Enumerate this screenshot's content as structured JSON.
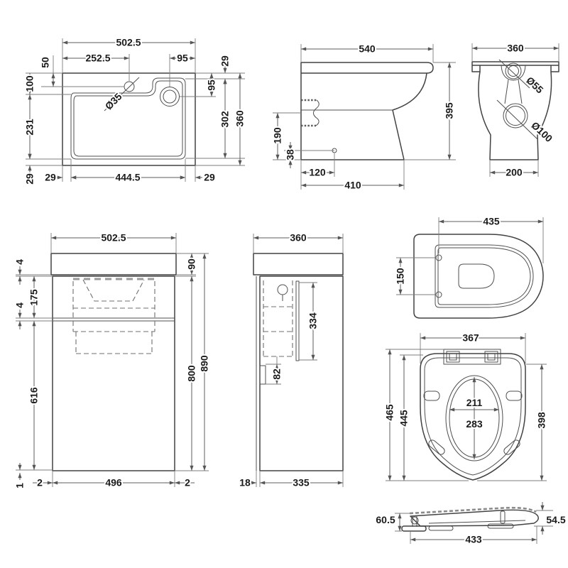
{
  "sheet": {
    "background": "#ffffff",
    "line_color": "#4d4d4d",
    "text_color": "#1a1a1a"
  },
  "views": {
    "basin_plan": {
      "dims": {
        "overall_width": "502.5",
        "tap_from_left": "252.5",
        "waste_from_right": "95",
        "rim_top": "29",
        "tap_setback": "50",
        "deck_depth": "100",
        "waste_setback": "95",
        "bowl_depth": "231",
        "inner_depth": "302",
        "overall_depth": "360",
        "tap_hole_dia": "Ø35",
        "rim_bottom": "29",
        "rim_left": "29",
        "bowl_width": "444.5",
        "rim_right": "29"
      }
    },
    "pan_side": {
      "dims": {
        "overall_depth": "540",
        "overall_height": "395",
        "soil_pipe_height": "190",
        "fixing_hole_height": "38",
        "fixing_hole_offset": "120",
        "base_depth": "410"
      }
    },
    "pan_rear": {
      "dims": {
        "overall_width": "360",
        "inlet_dia": "Ø55",
        "outlet_dia": "Ø100",
        "base_width": "200"
      }
    },
    "unit_front": {
      "dims": {
        "overall_width": "502.5",
        "top_gap": "4",
        "worktop_height": "90",
        "upper_panel": "175",
        "mid_gap": "4",
        "lower_panel": "616",
        "cabinet_height": "800",
        "overall_height": "890",
        "plinth_gap": "1",
        "edge_left": "2",
        "door_width": "496",
        "edge_right": "2"
      }
    },
    "unit_side": {
      "dims": {
        "overall_depth": "360",
        "recess_height": "334",
        "service_gap": "82",
        "back_gap": "18",
        "cabinet_depth": "335"
      }
    },
    "pan_plan": {
      "dims": {
        "length_to_holes": "435",
        "hole_centres": "150"
      }
    },
    "seat_plan": {
      "dims": {
        "hinge_width": "367",
        "overall_length": "465",
        "seat_length": "445",
        "lid_length": "398",
        "opening_width": "211",
        "opening_length": "283"
      }
    },
    "seat_side": {
      "dims": {
        "back_height": "60.5",
        "front_height": "54.5",
        "length": "433"
      }
    }
  }
}
